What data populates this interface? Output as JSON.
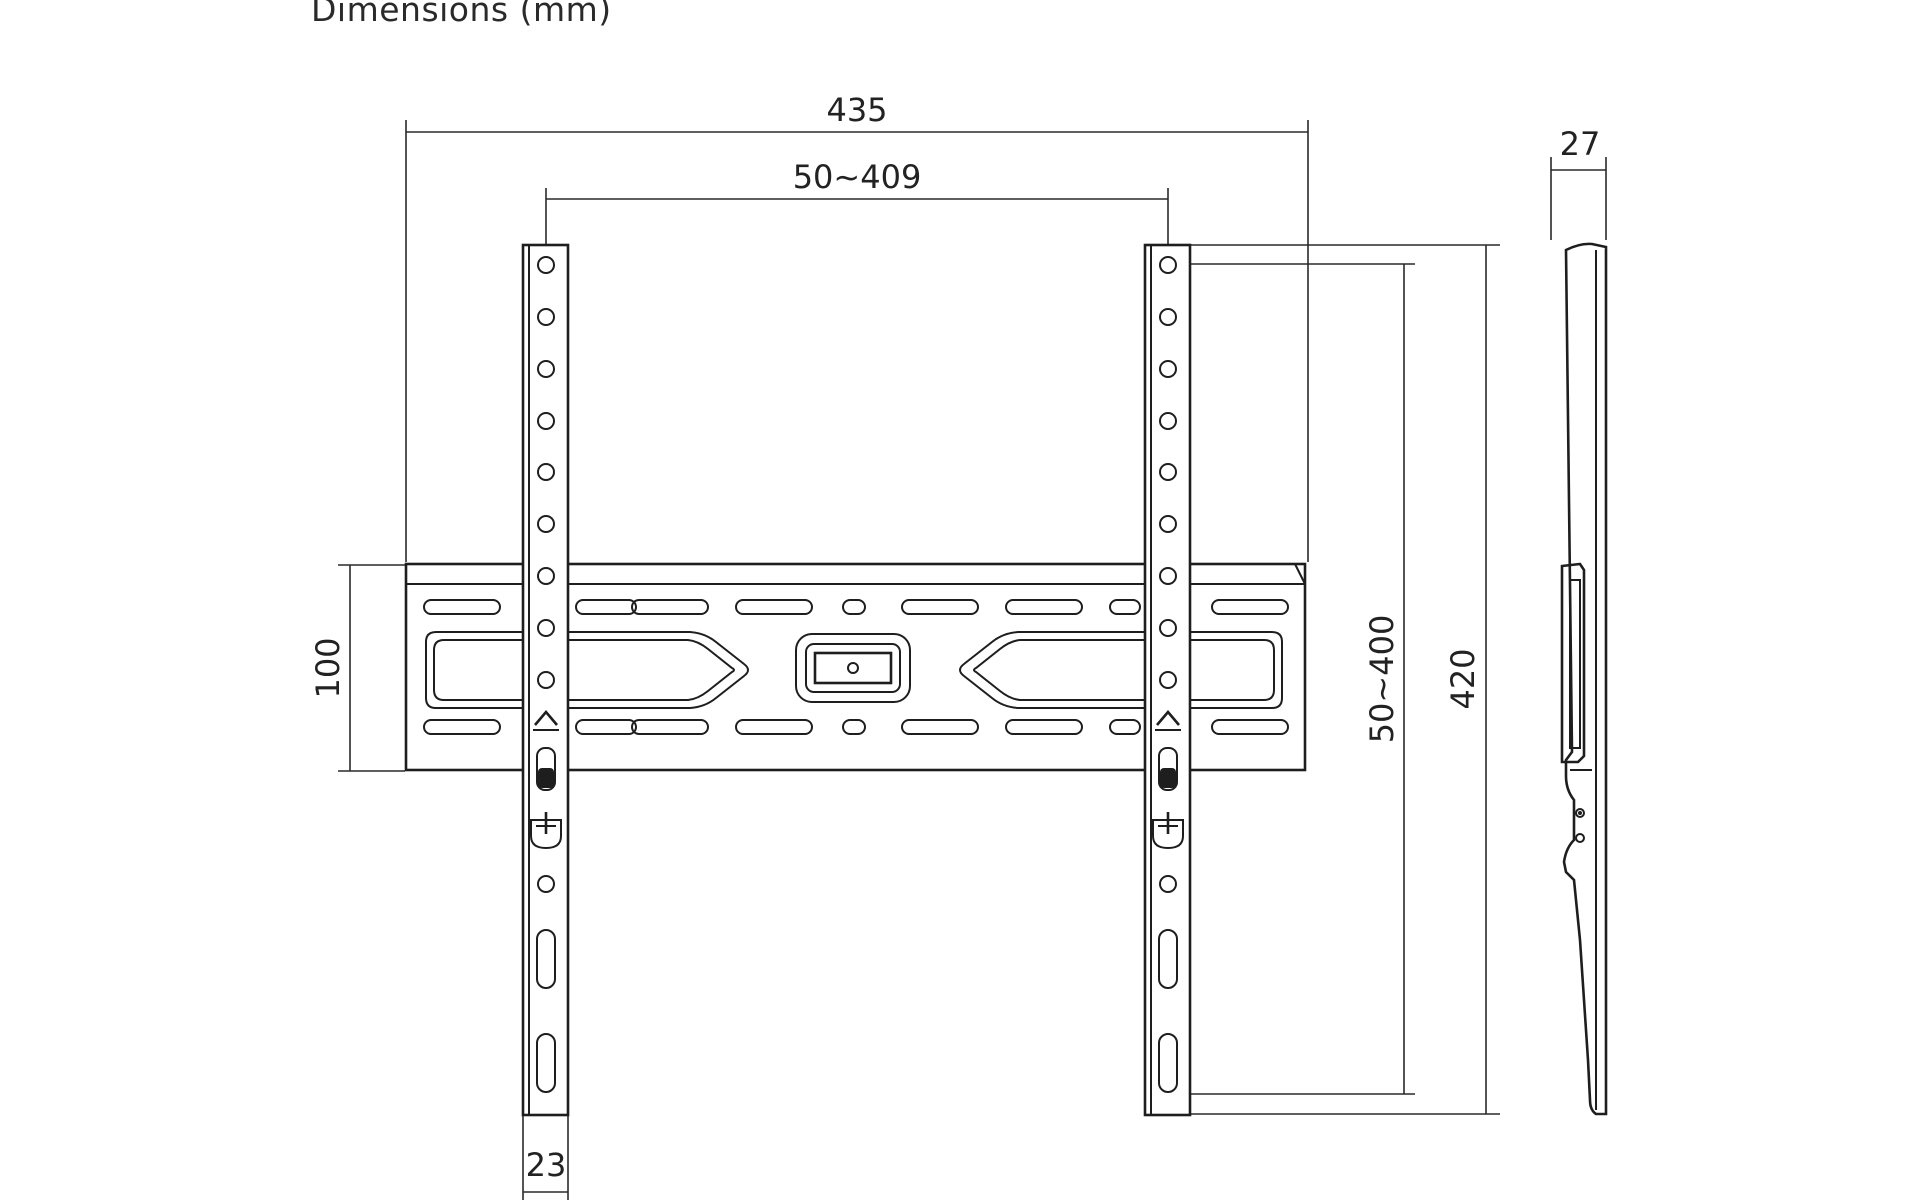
{
  "title": "Dimensions (mm)",
  "dimensions": {
    "overall_width": "435",
    "vesa_horizontal": "50~409",
    "rail_height": "100",
    "vesa_vertical": "50~400",
    "overall_height": "420",
    "depth": "27",
    "arm_width": "23"
  }
}
